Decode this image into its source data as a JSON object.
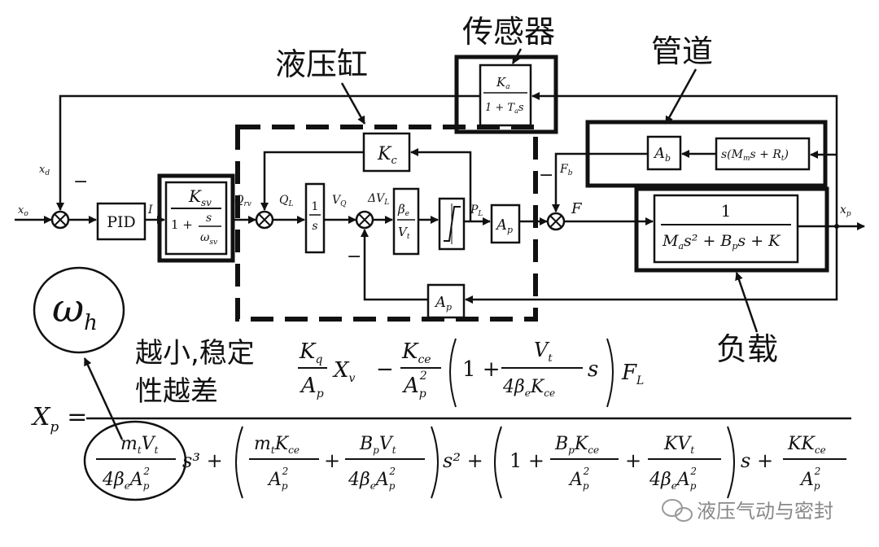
{
  "callouts": {
    "sensor": "传感器",
    "cylinder": "液压缸",
    "pipe": "管道",
    "load": "负载"
  },
  "blocks": {
    "pid": "PID",
    "valve_num": "K",
    "valve_num_sub": "sv",
    "valve_den_a": "1 +",
    "valve_den_s": "s",
    "valve_den_w": "ω",
    "valve_den_wsub": "sv",
    "kc": "K",
    "kc_sub": "c",
    "integ_num": "1",
    "integ_den": "s",
    "be_num": "β",
    "be_num_sub": "e",
    "be_den": "V",
    "be_den_sub": "t",
    "ap": "A",
    "ap_sub": "p",
    "ap_fb": "A",
    "ap_fb_sub": "p",
    "sensor_num": "K",
    "sensor_num_sub": "a",
    "sensor_den": "1 + T",
    "sensor_den_sub": "a",
    "sensor_den_s": "s",
    "pipe_ab": "A",
    "pipe_ab_sub": "b",
    "pipe_tf": "s(M",
    "pipe_tf_sub": "m",
    "pipe_tf_rest": "s + R",
    "pipe_tf_sub2": "t",
    "pipe_tf_end": ")",
    "load_num": "1",
    "load_den": "M",
    "load_den_sub": "a",
    "load_den_rest": "s² + B",
    "load_den_sub2": "p",
    "load_den_end": "s + K"
  },
  "signals": {
    "xd": "x",
    "xd_sub": "d",
    "xo": "x",
    "xo_sub": "o",
    "i": "I",
    "qv": "Q",
    "qv_sub": "rv",
    "ql": "Q",
    "ql_sub": "L",
    "vq": "V",
    "vq_sub": "Q",
    "dv": "ΔV",
    "dv_sub": "L",
    "pl": "P",
    "pl_sub": "L",
    "fb": "F",
    "fb_sub": "b",
    "f": "F",
    "xp": "x",
    "xp_sub": "p",
    "minus": "−",
    "minus_fb": "−",
    "minus_bottom": "−"
  },
  "omega": {
    "symbol": "ω",
    "sub": "h",
    "note_line1": "越小,稳定",
    "note_line2": "性越差"
  },
  "equation": {
    "lhs": "X",
    "lhs_sub": "p",
    "eq": "=",
    "kq": "K",
    "kq_sub": "q",
    "ap": "A",
    "ap_sub": "p",
    "xv": "X",
    "xv_sub": "v",
    "minus": "−",
    "kce": "K",
    "kce_sub": "ce",
    "ap2": "A",
    "ap2_sub": "p",
    "ap2_sup": "2",
    "one_plus": "1 +",
    "vt": "V",
    "vt_sub": "t",
    "four_be_kce": "4β",
    "four_be_sub": "e",
    "four_be_k": "K",
    "four_be_ksub": "ce",
    "s": "s",
    "fl": "F",
    "fl_sub": "L",
    "d1_num": "m",
    "d1_num_sub": "t",
    "d1_num2": "V",
    "d1_num2_sub": "t",
    "d1_den": "4β",
    "d1_den_sub": "e",
    "d1_den2": "A",
    "d1_den2_sub": "p",
    "d1_den2_sup": "2",
    "s3": "s³ +",
    "d2a_num": "m",
    "d2a_num_sub": "t",
    "d2a_num2": "K",
    "d2a_num2_sub": "ce",
    "d2a_den": "A",
    "d2a_den_sub": "p",
    "d2a_den_sup": "2",
    "plus": "+",
    "d2b_num": "B",
    "d2b_num_sub": "p",
    "d2b_num2": "V",
    "d2b_num2_sub": "t",
    "d2b_den": "4β",
    "d2b_den_sub": "e",
    "d2b_den2": "A",
    "d2b_den2_sub": "p",
    "d2b_den2_sup": "2",
    "s2": "s² +",
    "d3_one": "1 +",
    "d3a_num": "B",
    "d3a_num_sub": "p",
    "d3a_num2": "K",
    "d3a_num2_sub": "ce",
    "d3a_den": "A",
    "d3a_den_sub": "p",
    "d3a_den_sup": "2",
    "d3b_num": "KV",
    "d3b_num_sub": "t",
    "d3b_den": "4β",
    "d3b_den_sub": "e",
    "d3b_den2": "A",
    "d3b_den2_sub": "p",
    "d3b_den2_sup": "2",
    "s1": "s +",
    "d4_num": "KK",
    "d4_num_sub": "ce",
    "d4_den": "A",
    "d4_den_sub": "p",
    "d4_den_sup": "2"
  },
  "watermark": "液压气动与密封"
}
